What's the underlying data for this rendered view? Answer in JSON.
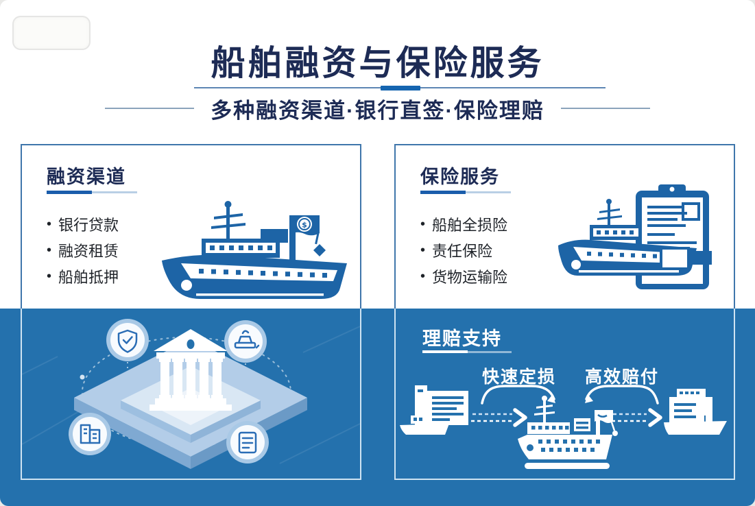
{
  "ui": {
    "bullet": "•",
    "colors": {
      "background_blue": "#2471ad",
      "illustration_blue": "#1d64a6",
      "title_navy": "#1d2b55",
      "accent_underline_dark": "#1a5dab",
      "accent_underline_light": "#b9cfe5",
      "card_border_on_white": "#3f76ab",
      "card_border_on_blue": "#cfe3f2",
      "white": "#ffffff"
    },
    "icons": {
      "financing_card": "cargo-ship-money-flag-icon",
      "insurance_card": "ship-clipboard-policy-icon",
      "bank_scene": "bank-building-icon",
      "bank_scene_satellites": [
        "shield-check-icon",
        "stamp-icon",
        "buildings-icon",
        "checklist-icon"
      ],
      "claims_flow": [
        "claim-document-ship-icon",
        "dashed-arrow-icon",
        "cargo-ship-white-icon",
        "dashed-arrow-icon",
        "payment-document-ship-icon"
      ]
    }
  },
  "header": {
    "title": "船舶融资与保险服务",
    "subtitle": "多种融资渠道·银行直签·保险理赔"
  },
  "cards": {
    "financing": {
      "heading": "融资渠道",
      "items": [
        "银行贷款",
        "融资租赁",
        "船舶抵押"
      ]
    },
    "insurance": {
      "heading": "保险服务",
      "items": [
        "船舶全损险",
        "责任保险",
        "货物运输险"
      ]
    },
    "claims": {
      "heading": "理赔支持",
      "steps": [
        {
          "label": "快速定损"
        },
        {
          "label": "高效赔付"
        }
      ]
    }
  }
}
